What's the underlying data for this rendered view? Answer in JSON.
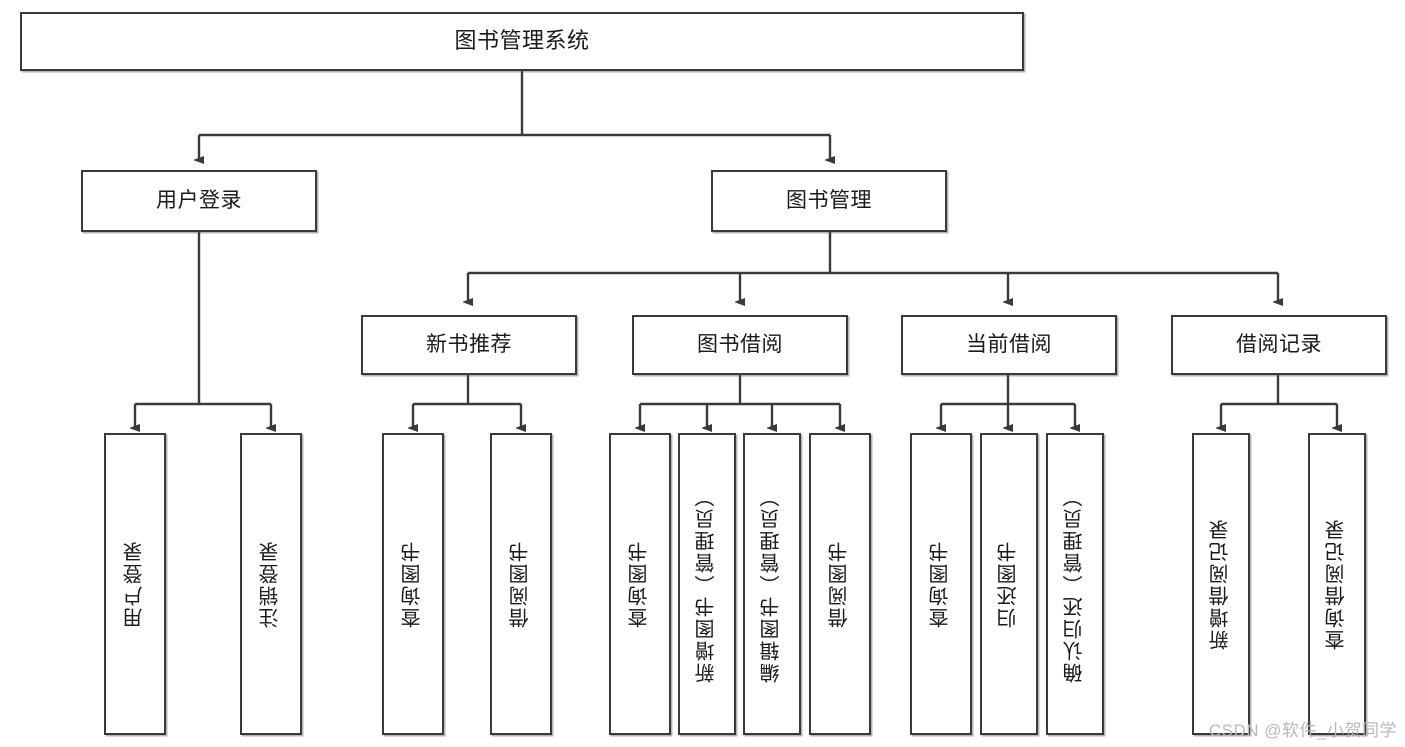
{
  "diagram": {
    "title": "图书管理系统",
    "type": "tree",
    "watermark": "CSDN @软件_小贺同学",
    "stroke_color": "#3a3a3a",
    "background_color": "#ffffff",
    "text_color": "#1a1a1a"
  },
  "nodes": {
    "root": {
      "label": "图书管理系统",
      "level": 1
    },
    "l2": [
      {
        "id": "user-login",
        "label": "用户登录",
        "level": 2
      },
      {
        "id": "book-manage",
        "label": "图书管理",
        "level": 2
      }
    ],
    "l3": [
      {
        "id": "new-book-recommend",
        "label": "新书推荐",
        "level": 3
      },
      {
        "id": "book-borrow",
        "label": "图书借阅",
        "level": 3
      },
      {
        "id": "current-borrow",
        "label": "当前借阅",
        "level": 3
      },
      {
        "id": "borrow-record",
        "label": "借阅记录",
        "level": 3
      }
    ],
    "leaves": {
      "user_login": [
        {
          "id": "leaf-user-login",
          "label": "用户登录"
        },
        {
          "id": "leaf-user-logout",
          "label": "注销登录"
        }
      ],
      "new_book_recommend": [
        {
          "id": "leaf-query-book-1",
          "label": "查询图书"
        },
        {
          "id": "leaf-borrow-book-1",
          "label": "借阅图书"
        }
      ],
      "book_borrow": [
        {
          "id": "leaf-query-book-2",
          "label": "查询图书"
        },
        {
          "id": "leaf-add-book",
          "label": "新增图书（管理员）"
        },
        {
          "id": "leaf-edit-book",
          "label": "编辑图书（管理员）"
        },
        {
          "id": "leaf-borrow-book-2",
          "label": "借阅图书"
        }
      ],
      "current_borrow": [
        {
          "id": "leaf-query-book-3",
          "label": "查询图书"
        },
        {
          "id": "leaf-return-book",
          "label": "归还图书"
        },
        {
          "id": "leaf-confirm-return",
          "label": "确认归还（管理员）"
        }
      ],
      "borrow_record": [
        {
          "id": "leaf-add-record",
          "label": "新增借阅记录"
        },
        {
          "id": "leaf-query-record",
          "label": "查询借阅记录"
        }
      ]
    }
  }
}
